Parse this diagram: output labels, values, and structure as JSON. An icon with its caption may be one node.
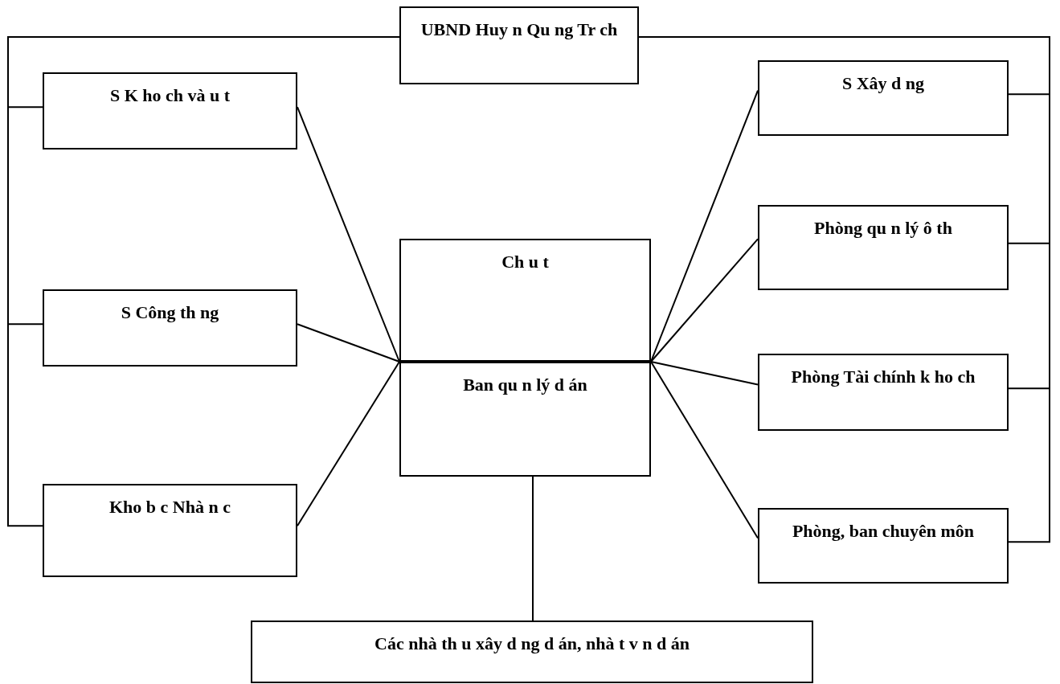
{
  "diagram": {
    "nodes": [
      {
        "text": [
          "UBND Huy n Qu ng Tr ch"
        ]
      },
      {
        "text": [
          "S K ho ch và u t"
        ]
      },
      {
        "text": [
          "S Công th ng"
        ]
      },
      {
        "text": [
          "Kho b c Nhà n c"
        ]
      },
      {
        "text": [
          "Ch u t"
        ]
      },
      {
        "text": [
          "Ban qu n lý d án"
        ]
      },
      {
        "text": [
          "S Xây d ng"
        ]
      },
      {
        "text": [
          "Phòng qu n lý ô th"
        ]
      },
      {
        "text": [
          "Phòng Tài chính k ho ch"
        ]
      },
      {
        "text": [
          "Phòng, ban chuyên môn"
        ]
      },
      {
        "text": [
          "Các nhà th u xây d ng d án, nhà t v n d án"
        ]
      }
    ],
    "edges": [
      {
        "from": 0,
        "to": 1,
        "arrow": "none"
      },
      {
        "from": 0,
        "to": 2,
        "arrow": "none"
      },
      {
        "from": 0,
        "to": 3,
        "arrow": "none"
      },
      {
        "from": 0,
        "to": 6,
        "arrow": "none"
      },
      {
        "from": 0,
        "to": 7,
        "arrow": "none"
      },
      {
        "from": 0,
        "to": 8,
        "arrow": "none"
      },
      {
        "from": 0,
        "to": 9,
        "arrow": "none"
      },
      {
        "from": 5,
        "to": 1,
        "arrow": "none"
      },
      {
        "from": 5,
        "to": 2,
        "arrow": "none"
      },
      {
        "from": 5,
        "to": 3,
        "arrow": "none"
      },
      {
        "from": 5,
        "to": 6,
        "arrow": "none"
      },
      {
        "from": 5,
        "to": 7,
        "arrow": "none"
      },
      {
        "from": 5,
        "to": 8,
        "arrow": "none"
      },
      {
        "from": 5,
        "to": 9,
        "arrow": "none"
      },
      {
        "from": 5,
        "to": 10,
        "arrow": "none"
      }
    ]
  }
}
